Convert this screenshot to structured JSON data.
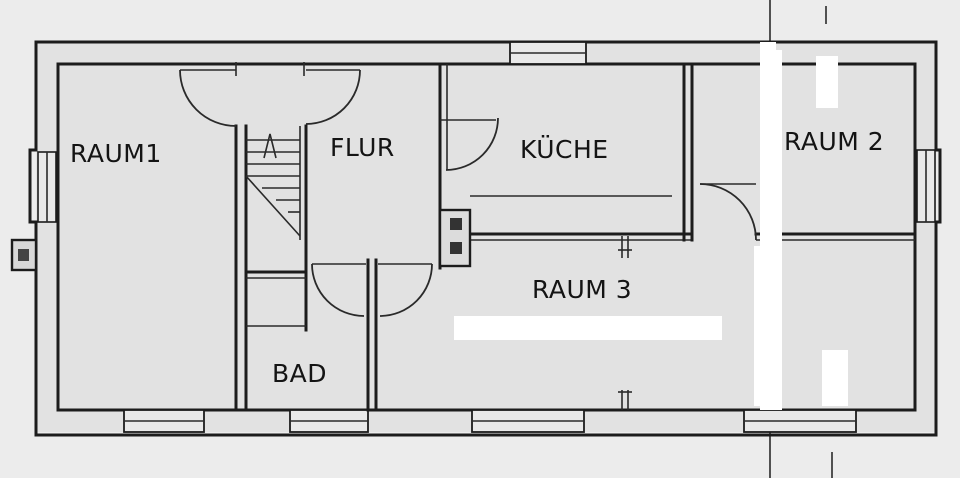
{
  "plan": {
    "rooms": {
      "raum1": "RAUM1",
      "flur": "FLUR",
      "kueche": "KÜCHE",
      "raum2": "RAUM 2",
      "raum3": "RAUM 3",
      "bad": "BAD"
    }
  },
  "colors": {
    "paper": "#e9e9e9",
    "ink": "#1c1c1c",
    "eraser_white": "#ffffff"
  }
}
